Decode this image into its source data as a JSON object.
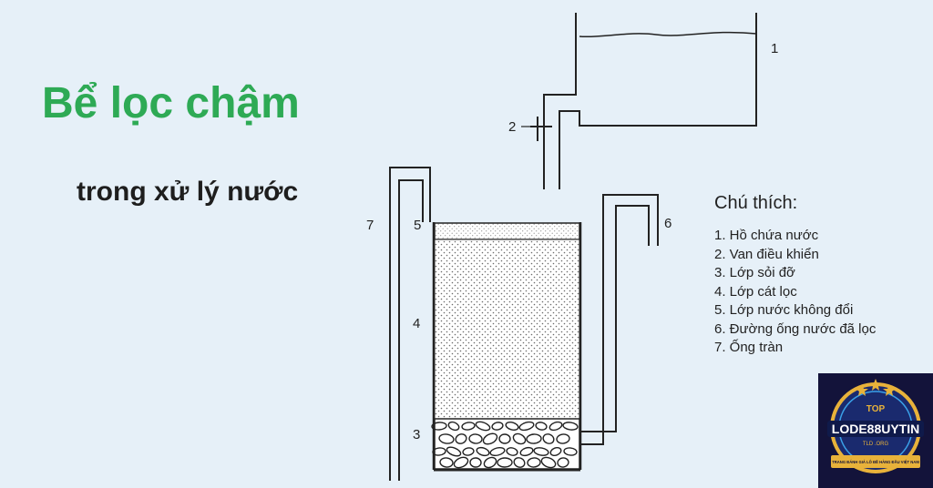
{
  "heading": {
    "title": "Bể lọc chậm",
    "subtitle": "trong xử lý nước"
  },
  "diagram": {
    "labels": {
      "n1": "1",
      "n2": "2",
      "n3": "3",
      "n4": "4",
      "n5": "5",
      "n6": "6",
      "n7": "7"
    }
  },
  "legend": {
    "title": "Chú thích:",
    "items": [
      "1. Hồ chứa nước",
      "2. Van điều khiển",
      "3. Lớp sỏi đỡ",
      "4. Lớp cát lọc",
      "5. Lớp nước không đổi",
      "6. Đường ống nước đã lọc",
      "7. Ống tràn"
    ]
  },
  "logo": {
    "text": "LODE88UYTIN",
    "tagline": "TRANG ĐÁNH GIÁ LÔ ĐỀ HÀNG ĐẦU VIỆT NAM",
    "top_text": "TOP",
    "domain": "TLD .ORG"
  },
  "colors": {
    "background": "#e6f0f8",
    "title": "#2eaa55",
    "line": "#222222",
    "logo_bg": "#13133a",
    "logo_gold": "#e8b23a"
  }
}
